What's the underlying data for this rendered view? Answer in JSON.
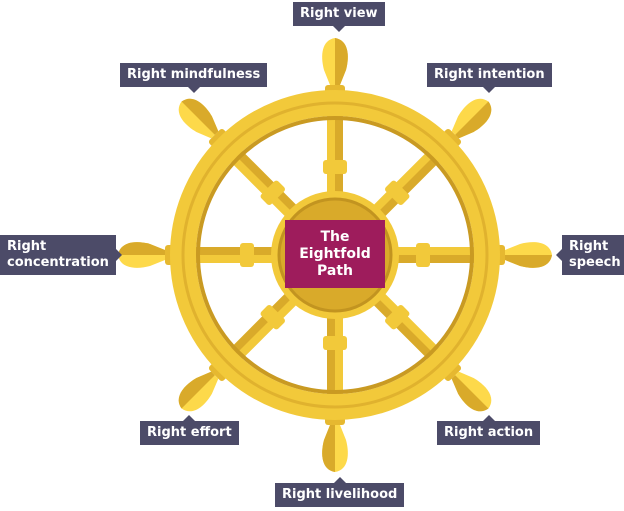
{
  "title": "The Eightfold Path",
  "title_lines": "The\nEightfold\nPath",
  "labels": {
    "view": "Right view",
    "intention": "Right intention",
    "speech": "Right\nspeech",
    "action": "Right action",
    "livelihood": "Right livelihood",
    "effort": "Right effort",
    "concentration": "Right\nconcentration",
    "mindfulness": "Right mindfulness"
  },
  "colors": {
    "label_bg": "#4c4b68",
    "hub": "#9e1c5c",
    "gold": "#f2c93a",
    "gold_dark": "#d9aa2a",
    "gold_light": "#fdd94a"
  }
}
